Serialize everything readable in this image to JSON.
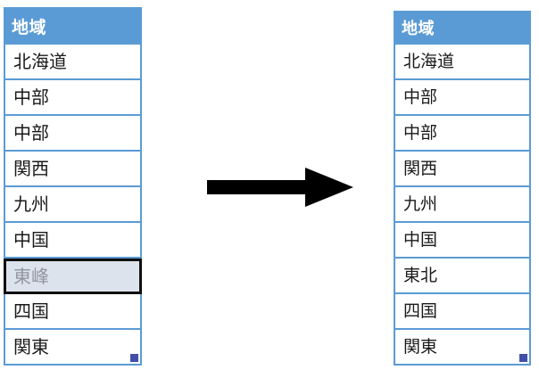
{
  "left_table": {
    "name": "source-table",
    "header": "地域",
    "rows": [
      {
        "value": "北海道",
        "state": "normal"
      },
      {
        "value": "中部",
        "state": "normal"
      },
      {
        "value": "中部",
        "state": "normal"
      },
      {
        "value": "関西",
        "state": "normal"
      },
      {
        "value": "九州",
        "state": "normal"
      },
      {
        "value": "中国",
        "state": "normal"
      },
      {
        "value": "東峰",
        "state": "selected"
      },
      {
        "value": "四国",
        "state": "normal"
      },
      {
        "value": "関東",
        "state": "normal"
      }
    ]
  },
  "right_table": {
    "name": "result-table",
    "header": "地域",
    "rows": [
      {
        "value": "北海道",
        "state": "normal"
      },
      {
        "value": "中部",
        "state": "normal"
      },
      {
        "value": "中部",
        "state": "normal"
      },
      {
        "value": "関西",
        "state": "normal"
      },
      {
        "value": "九州",
        "state": "normal"
      },
      {
        "value": "中国",
        "state": "normal"
      },
      {
        "value": "東北",
        "state": "normal"
      },
      {
        "value": "四国",
        "state": "normal"
      },
      {
        "value": "関東",
        "state": "normal"
      }
    ]
  },
  "arrow": {
    "icon": "right-arrow-icon",
    "direction": "right",
    "color": "#000000"
  },
  "colors": {
    "header_blue": "#5b9bd5",
    "border_blue": "#5b9bd5",
    "selected_fill": "#dde3ec",
    "selected_border": "#0f0f0f",
    "selected_text": "#9095a0",
    "cell_text": "#1a1a1a",
    "handle_blue": "#4050a8",
    "background": "#ffffff"
  }
}
